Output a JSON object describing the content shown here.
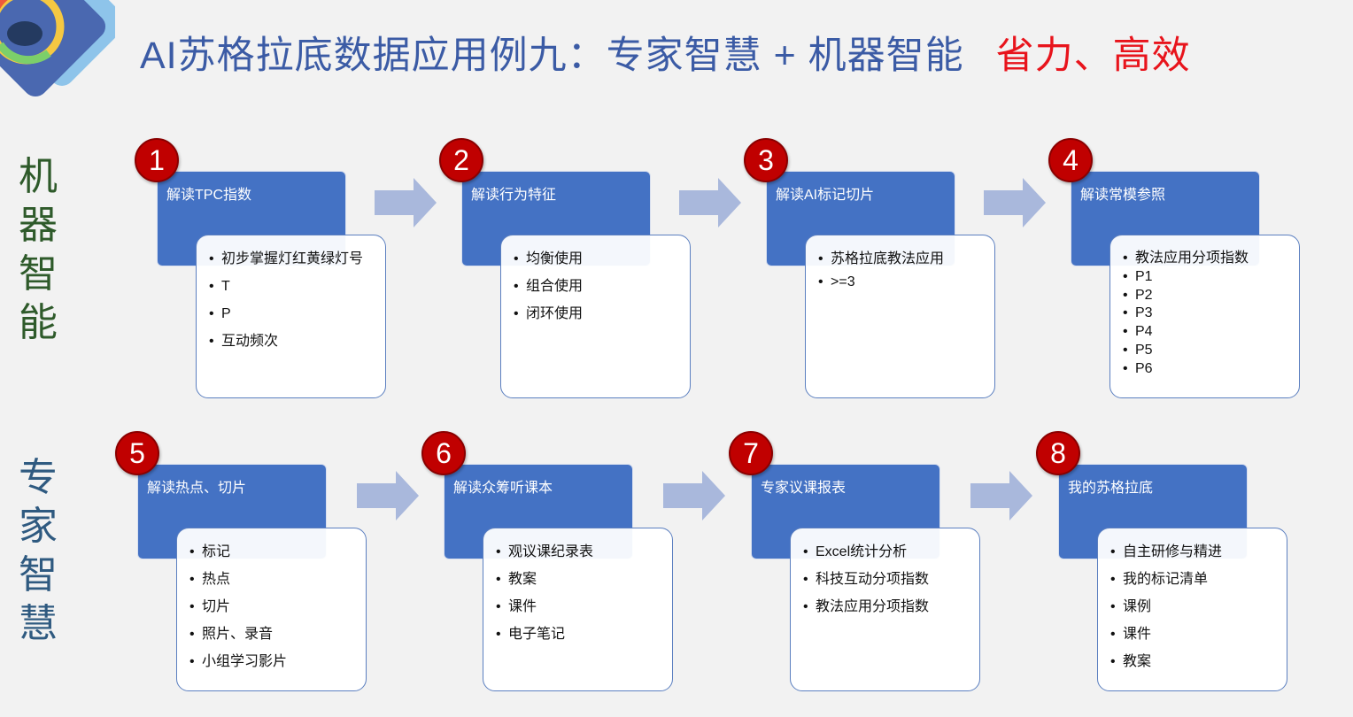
{
  "title": {
    "main": "AI苏格拉底数据应用例九：专家智慧 + 机器智能",
    "accent": "省力、高效"
  },
  "side_labels": {
    "machine": "机器智能",
    "expert": "专家智慧"
  },
  "colors": {
    "title": "#3b5ba5",
    "accent": "#e8141c",
    "header": "#4472c4",
    "badge": "#c00000",
    "arrow": "#a9b8dc"
  },
  "steps": [
    {
      "num": "1",
      "title": "解读TPC指数",
      "items": [
        "初步掌握灯红黄绿灯号",
        "T",
        "P",
        "互动频次"
      ]
    },
    {
      "num": "2",
      "title": "解读行为特征",
      "items": [
        "均衡使用",
        "组合使用",
        "闭环使用"
      ]
    },
    {
      "num": "3",
      "title": "解读AI标记切片",
      "items": [
        "苏格拉底教法应用",
        ">=3"
      ]
    },
    {
      "num": "4",
      "title": "解读常模参照",
      "items": [
        "教法应用分项指数",
        "P1",
        "P2",
        "P3",
        "P4",
        "P5",
        "P6"
      ]
    },
    {
      "num": "5",
      "title": "解读热点、切片",
      "items": [
        "标记",
        "热点",
        "切片",
        "照片、录音",
        "小组学习影片"
      ]
    },
    {
      "num": "6",
      "title": "解读众筹听课本",
      "items": [
        "观议课纪录表",
        "教案",
        "课件",
        "电子笔记"
      ]
    },
    {
      "num": "7",
      "title": "专家议课报表",
      "items": [
        "Excel统计分析",
        "科技互动分项指数",
        "教法应用分项指数"
      ]
    },
    {
      "num": "8",
      "title": "我的苏格拉底",
      "items": [
        "自主研修与精进",
        "我的标记清单",
        "课例",
        "课件",
        "教案"
      ]
    }
  ]
}
